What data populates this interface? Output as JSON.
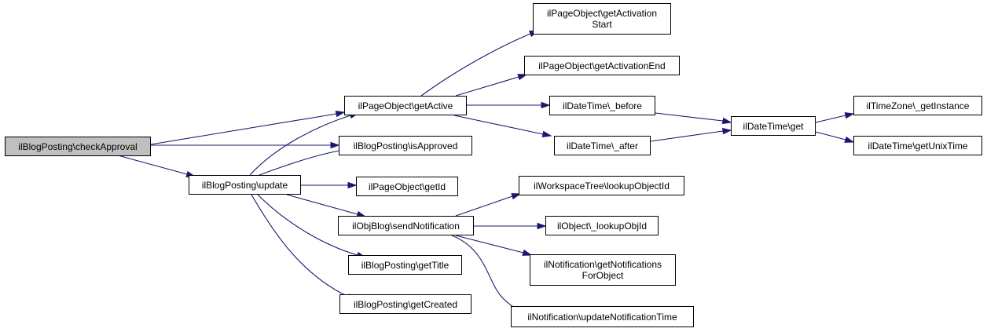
{
  "colors": {
    "edge": "#191970",
    "node_border": "#000000",
    "root_fill": "#bfbfbf",
    "node_fill": "#ffffff"
  },
  "nodes": {
    "checkApproval": "ilBlogPosting\\checkApproval",
    "getActive": "ilPageObject\\getActive",
    "isApproved": "ilBlogPosting\\isApproved",
    "update": "ilBlogPosting\\update",
    "getActivationStart": "ilPageObject\\getActivation\nStart",
    "getActivationEnd": "ilPageObject\\getActivationEnd",
    "dtBefore": "ilDateTime\\_before",
    "dtAfter": "ilDateTime\\_after",
    "dtGet": "ilDateTime\\get",
    "tzGetInstance": "ilTimeZone\\_getInstance",
    "getUnixTime": "ilDateTime\\getUnixTime",
    "getId": "ilPageObject\\getId",
    "sendNotification": "ilObjBlog\\sendNotification",
    "getTitle": "ilBlogPosting\\getTitle",
    "getCreated": "ilBlogPosting\\getCreated",
    "lookupObjectId": "ilWorkspaceTree\\lookupObjectId",
    "lookupObjId": "ilObject\\_lookupObjId",
    "getNotificationsForObject": "ilNotification\\getNotifications\nForObject",
    "updateNotificationTime": "ilNotification\\updateNotificationTime"
  }
}
